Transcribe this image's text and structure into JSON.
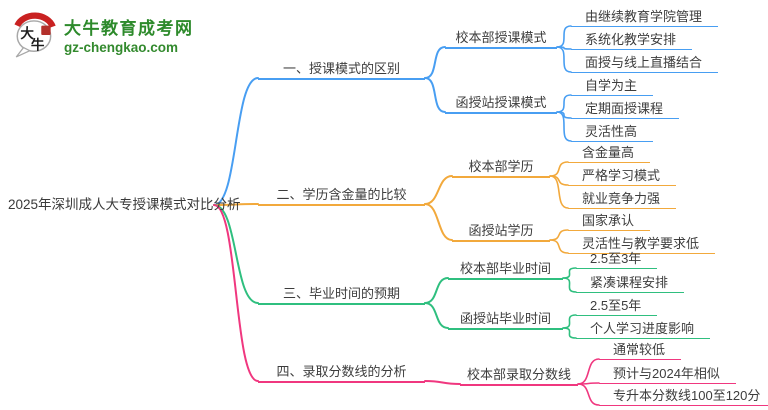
{
  "logo": {
    "brand": "大牛教育成考网",
    "domain": "gz-chengkao.com",
    "icon": "daniu-speech-bubble-logo",
    "brand_color": "#2d8a2b",
    "domain_color": "#338a2e"
  },
  "root": {
    "label": "2025年深圳成人大专授课模式对比分析"
  },
  "branches": [
    {
      "label": "一、授课模式的区别",
      "color": "#489ef2",
      "children": [
        {
          "label": "校本部授课模式",
          "children": [
            {
              "label": "由继续教育学院管理"
            },
            {
              "label": "系统化教学安排"
            },
            {
              "label": "面授与线上直播结合"
            }
          ]
        },
        {
          "label": "函授站授课模式",
          "children": [
            {
              "label": "自学为主"
            },
            {
              "label": "定期面授课程"
            },
            {
              "label": "灵活性高"
            }
          ]
        }
      ]
    },
    {
      "label": "二、学历含金量的比较",
      "color": "#f2a93c",
      "children": [
        {
          "label": "校本部学历",
          "children": [
            {
              "label": "含金量高"
            },
            {
              "label": "严格学习模式"
            },
            {
              "label": "就业竞争力强"
            }
          ]
        },
        {
          "label": "函授站学历",
          "children": [
            {
              "label": "国家承认"
            },
            {
              "label": "灵活性与教学要求低"
            }
          ]
        }
      ]
    },
    {
      "label": "三、毕业时间的预期",
      "color": "#2fbf7f",
      "children": [
        {
          "label": "校本部毕业时间",
          "children": [
            {
              "label": "2.5至3年"
            },
            {
              "label": "紧凑课程安排"
            }
          ]
        },
        {
          "label": "函授站毕业时间",
          "children": [
            {
              "label": "2.5至5年"
            },
            {
              "label": "个人学习进度影响"
            }
          ]
        }
      ]
    },
    {
      "label": "四、录取分数线的分析",
      "color": "#f0377f",
      "children": [
        {
          "label": "校本部录取分数线",
          "children": [
            {
              "label": "通常较低"
            },
            {
              "label": "预计与2024年相似"
            },
            {
              "label": "专升本分数线100至120分"
            }
          ]
        }
      ]
    }
  ]
}
